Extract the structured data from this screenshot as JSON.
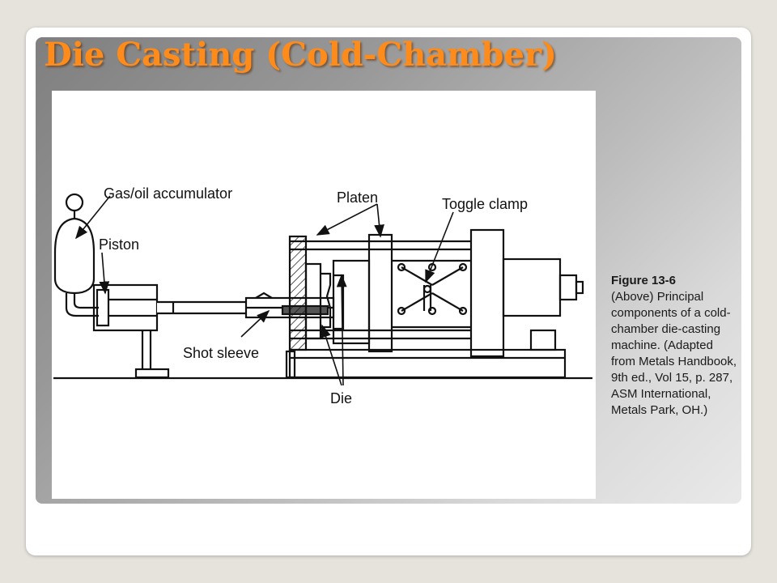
{
  "slide": {
    "title": "Die Casting (Cold-Chamber)"
  },
  "diagram": {
    "labels": {
      "accumulator": "Gas/oil accumulator",
      "piston": "Piston",
      "platen": "Platen",
      "toggle_clamp": "Toggle clamp",
      "shot_sleeve": "Shot sleeve",
      "die": "Die"
    }
  },
  "caption": {
    "figure_number": "Figure 13-6",
    "text": "(Above) Principal components of a cold-chamber die-casting machine. (Adapted from Metals Handbook, 9th ed., Vol 15, p. 287, ASM International, Metals Park, OH.)"
  }
}
